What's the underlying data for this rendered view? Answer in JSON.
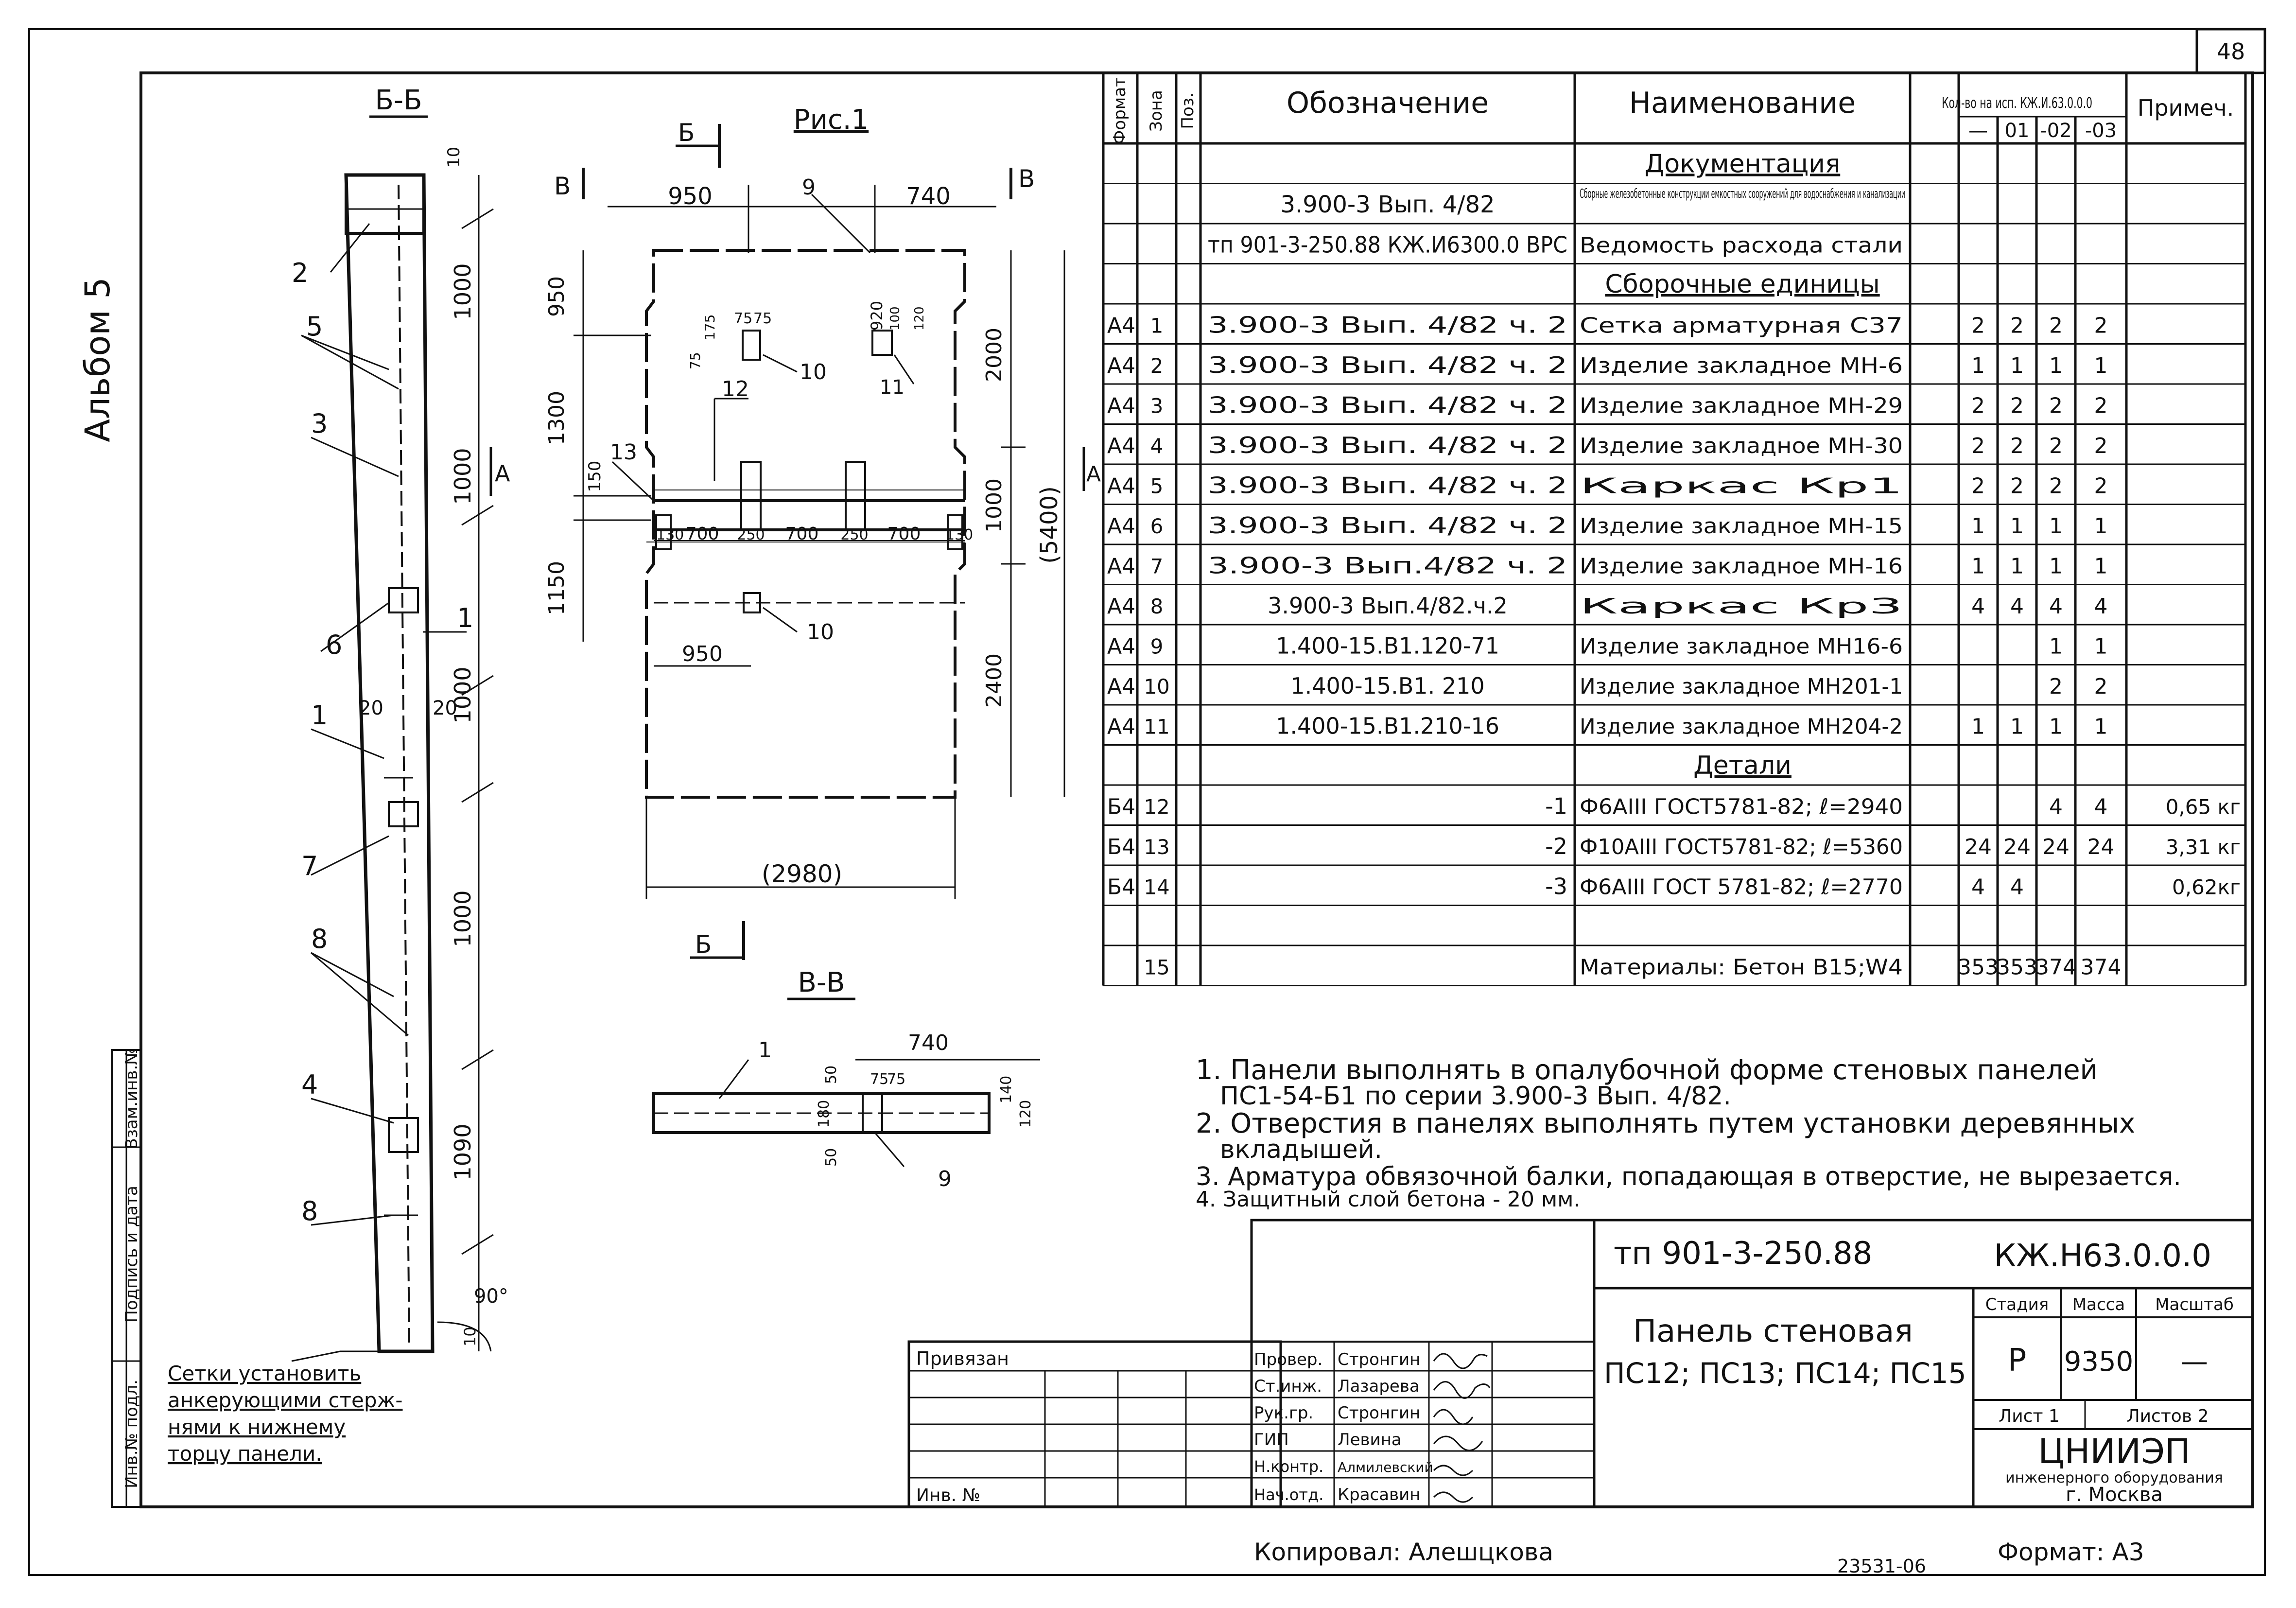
{
  "sheet": {
    "number": "48",
    "album": "Альбом 5",
    "format": "Формат: А3",
    "copied_by": "Копировал: Алешцкова",
    "archive_no": "23531-06"
  },
  "drawing": {
    "section_bb": "Б-Б",
    "section_vv": "В-В",
    "fig_title": "Рис.1",
    "mark_b": "Б",
    "mark_v": "В",
    "mark_a": "А",
    "note_lines": [
      "Сетки установить",
      "анкерующими стерж-",
      "нями к нижнему",
      "торцу панели."
    ],
    "bb_dims": {
      "d10": "10",
      "d1000a": "1000",
      "d1000b": "1000",
      "d1000c": "1000",
      "d1000d": "1000",
      "d1090": "1090",
      "d20a": "20",
      "d20b": "20",
      "d10b": "10",
      "angle": "90°"
    },
    "bb_pos": [
      "2",
      "5",
      "3",
      "6",
      "1",
      "1",
      "7",
      "8",
      "4",
      "8"
    ],
    "fig_dims": {
      "top_left": "950",
      "top_right": "740",
      "left_950": "950",
      "left_1300": "1300",
      "left_150": "150",
      "left_1150": "1150",
      "right_2000": "2000",
      "right_1000": "1000",
      "right_2400": "2400",
      "right_total": "(5400)",
      "bottom_total": "(2980)",
      "lower_950": "950",
      "h_130a": "130",
      "h_700a": "700",
      "h_250a": "250",
      "h_700b": "700",
      "h_250b": "250",
      "h_700c": "700",
      "h_130b": "130",
      "small_75a": "75",
      "small_75b": "75",
      "small_75c": "75",
      "small_175": "175",
      "small_920": "920",
      "small_100": "100",
      "small_120": "120"
    },
    "fig_pos": [
      "9",
      "10",
      "12",
      "11",
      "13",
      "10"
    ],
    "vv_dims": {
      "d740": "740",
      "d50a": "50",
      "d75a": "75",
      "d75b": "75",
      "d140": "140",
      "d180": "180",
      "d50b": "50",
      "d120": "120"
    },
    "vv_pos": [
      "1",
      "9"
    ]
  },
  "spec": {
    "headers": {
      "format": "Формат",
      "zone": "Зона",
      "pos": "Поз.",
      "designation": "Обозначение",
      "name": "Наименование",
      "qty": "Кол-во на исп. КЖ.И.63.0.0.0",
      "note": "Примеч."
    },
    "qty_cols": [
      "—",
      "01",
      "-02",
      "-03"
    ],
    "rows": [
      {
        "fmt": "",
        "pos": "",
        "des": "",
        "name": "Документация",
        "q": [
          "",
          "",
          "",
          ""
        ],
        "note": "",
        "section": true
      },
      {
        "fmt": "",
        "pos": "",
        "des": "3.900-3 Вып. 4/82",
        "name": "Сборные железобетонные конструкции емкостных сооружений для водоснабжения и канализации",
        "q": [
          "",
          "",
          "",
          ""
        ],
        "note": "",
        "small": true
      },
      {
        "fmt": "",
        "pos": "",
        "des": "тп 901-3-250.88 КЖ.И6300.0 ВРС",
        "name": "Ведомость расхода стали",
        "q": [
          "",
          "",
          "",
          ""
        ],
        "note": ""
      },
      {
        "fmt": "",
        "pos": "",
        "des": "",
        "name": "Сборочные единицы",
        "q": [
          "",
          "",
          "",
          ""
        ],
        "note": "",
        "section": true
      },
      {
        "fmt": "А4",
        "pos": "1",
        "des": "3.900-3 Вып. 4/82 ч. 2",
        "name": "Сетка арматурная С37",
        "q": [
          "2",
          "2",
          "2",
          "2"
        ],
        "note": ""
      },
      {
        "fmt": "А4",
        "pos": "2",
        "des": "3.900-3 Вып. 4/82 ч. 2",
        "name": "Изделие закладное МН-6",
        "q": [
          "1",
          "1",
          "1",
          "1"
        ],
        "note": ""
      },
      {
        "fmt": "А4",
        "pos": "3",
        "des": "3.900-3 Вып. 4/82 ч. 2",
        "name": "Изделие закладное МН-29",
        "q": [
          "2",
          "2",
          "2",
          "2"
        ],
        "note": ""
      },
      {
        "fmt": "А4",
        "pos": "4",
        "des": "3.900-3 Вып. 4/82 ч. 2",
        "name": "Изделие закладное МН-30",
        "q": [
          "2",
          "2",
          "2",
          "2"
        ],
        "note": ""
      },
      {
        "fmt": "А4",
        "pos": "5",
        "des": "3.900-3 Вып. 4/82 ч. 2",
        "name": "Каркас Кр1",
        "q": [
          "2",
          "2",
          "2",
          "2"
        ],
        "note": ""
      },
      {
        "fmt": "А4",
        "pos": "6",
        "des": "3.900-3 Вып. 4/82 ч. 2",
        "name": "Изделие закладное МН-15",
        "q": [
          "1",
          "1",
          "1",
          "1"
        ],
        "note": ""
      },
      {
        "fmt": "А4",
        "pos": "7",
        "des": "3.900-3 Вып.4/82 ч. 2",
        "name": "Изделие закладное МН-16",
        "q": [
          "1",
          "1",
          "1",
          "1"
        ],
        "note": ""
      },
      {
        "fmt": "А4",
        "pos": "8",
        "des": "3.900-3 Вып.4/82.ч.2",
        "name": "Каркас Кр3",
        "q": [
          "4",
          "4",
          "4",
          "4"
        ],
        "note": ""
      },
      {
        "fmt": "А4",
        "pos": "9",
        "des": "1.400-15.В1.120-71",
        "name": "Изделие закладное МН16-6",
        "q": [
          "",
          "",
          "1",
          "1"
        ],
        "note": ""
      },
      {
        "fmt": "А4",
        "pos": "10",
        "des": "1.400-15.В1. 210",
        "name": "Изделие закладное МН201-1",
        "q": [
          "",
          "",
          "2",
          "2"
        ],
        "note": ""
      },
      {
        "fmt": "А4",
        "pos": "11",
        "des": "1.400-15.В1.210-16",
        "name": "Изделие закладное МН204-2",
        "q": [
          "1",
          "1",
          "1",
          "1"
        ],
        "note": ""
      },
      {
        "fmt": "",
        "pos": "",
        "des": "",
        "name": "Детали",
        "q": [
          "",
          "",
          "",
          ""
        ],
        "note": "",
        "section": true
      },
      {
        "fmt": "Б4",
        "pos": "12",
        "des": "-1",
        "name": "Ф6АIII ГОСТ5781-82; ℓ=2940",
        "q": [
          "",
          "",
          "4",
          "4"
        ],
        "note": "0,65 кг",
        "right": true
      },
      {
        "fmt": "Б4",
        "pos": "13",
        "des": "-2",
        "name": "Ф10АIII ГОСТ5781-82; ℓ=5360",
        "q": [
          "24",
          "24",
          "24",
          "24"
        ],
        "note": "3,31 кг",
        "right": true
      },
      {
        "fmt": "Б4",
        "pos": "14",
        "des": "-3",
        "name": "Ф6АIII ГОСТ 5781-82; ℓ=2770",
        "q": [
          "4",
          "4",
          "",
          ""
        ],
        "note": "0,62кг",
        "right": true
      },
      {
        "fmt": "",
        "pos": "",
        "des": "",
        "name": "",
        "q": [
          "",
          "",
          "",
          ""
        ],
        "note": ""
      },
      {
        "fmt": "",
        "pos": "15",
        "des": "",
        "name": "Материалы: Бетон В15;W4",
        "q": [
          "353",
          "353",
          "374",
          "374"
        ],
        "note": ""
      }
    ]
  },
  "notes": [
    "1. Панели выполнять в опалубочной форме стеновых панелей",
    "ПС1-54-Б1 по серии 3.900-3 Вып. 4/82.",
    "2. Отверстия в панелях выполнять путем установки деревянных",
    "вкладышей.",
    "3. Арматура обвязочной балки, попадающая в отверстие, не вырезается.",
    "4. Защитный слой бетона - 20 мм."
  ],
  "title_block": {
    "project": "тп 901-3-250.88",
    "code": "КЖ.Н63.0.0.0",
    "title_l1": "Панель стеновая",
    "title_l2": "ПС12; ПС13; ПС14; ПС15",
    "stage_h": "Стадия",
    "mass_h": "Масса",
    "scale_h": "Масштаб",
    "stage": "Р",
    "mass": "9350",
    "scale": "—",
    "sheet": "Лист 1",
    "sheets": "Листов 2",
    "org1": "ЦНИИЭП",
    "org2": "инженерного оборудования",
    "org3": "г. Москва",
    "signers": [
      {
        "role": "Провер.",
        "name": "Стронгин"
      },
      {
        "role": "Ст.инж.",
        "name": "Лазарева"
      },
      {
        "role": "Рук.гр.",
        "name": "Стронгин"
      },
      {
        "role": "ГИП",
        "name": "Левина"
      },
      {
        "role": "Н.контр.",
        "name": "Алмилевский"
      },
      {
        "role": "Нач.отд.",
        "name": "Красавин"
      }
    ],
    "privyazan": "Привязан",
    "inv_no": "Инв. №"
  },
  "side_strip": [
    "Инв.№ подл.",
    "Подпись и дата",
    "Взам.инв.№"
  ]
}
